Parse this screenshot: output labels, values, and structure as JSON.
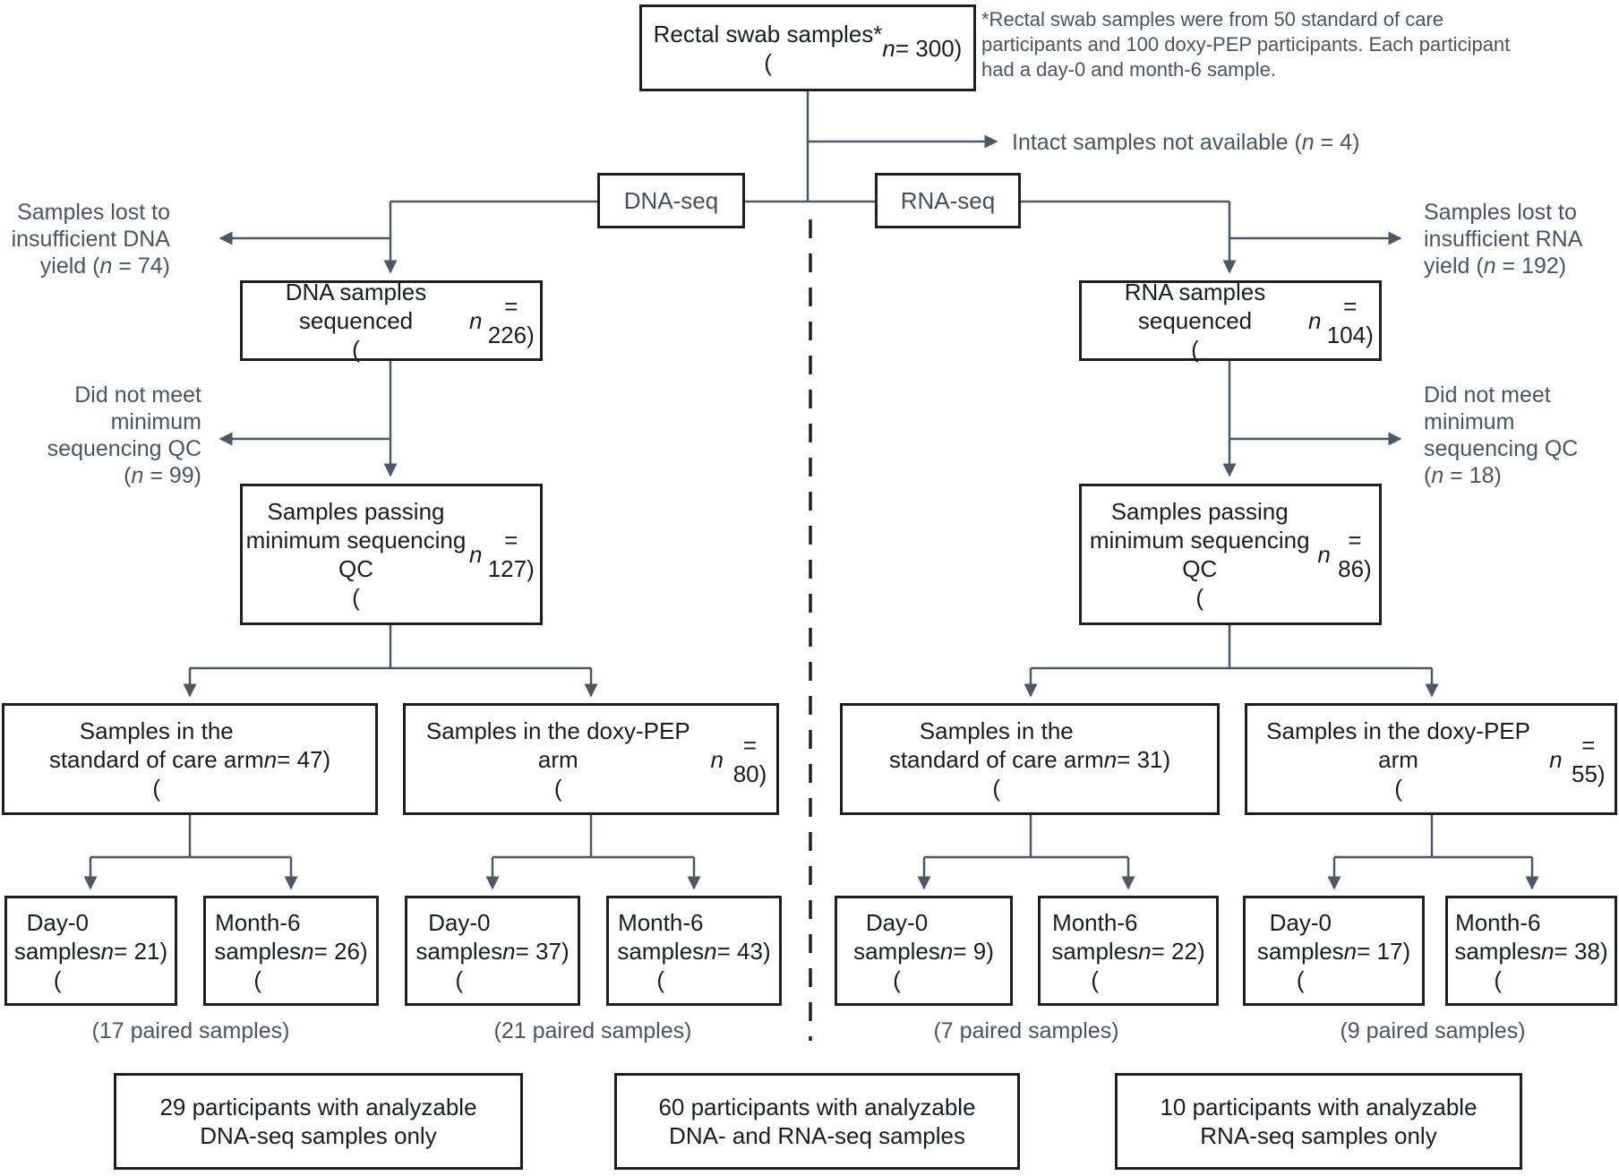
{
  "colors": {
    "line": "#4d5866",
    "box_border": "#1c2026",
    "text_dark": "#191c21",
    "text_gray": "#4a5462",
    "background": "#ffffff"
  },
  "top": {
    "root_box": [
      "Rectal swab samples*",
      "(n = 300)"
    ],
    "footnote": "*Rectal swab samples were from 50 standard of care\nparticipants and 100 doxy-PEP participants. Each\nparticipant had a day-0 and month-6 sample.",
    "intact_label": "Intact samples not available (n = 4)"
  },
  "branch_labels": {
    "dna": "DNA-seq",
    "rna": "RNA-seq"
  },
  "dna": {
    "lost": [
      "Samples lost to",
      "insufficient DNA",
      "yield (n = 74)"
    ],
    "sequenced": [
      "DNA samples sequenced",
      "(n = 226)"
    ],
    "qc_fail": [
      "Did not meet",
      "minimum",
      "sequencing QC",
      "(n = 99)"
    ],
    "qc_pass": [
      "Samples passing",
      "minimum sequencing QC",
      "(n = 127)"
    ],
    "soc_arm": [
      "Samples in the",
      "standard of care arm",
      "(n = 47)"
    ],
    "doxy_arm": [
      "Samples in the doxy-PEP arm",
      "(n = 80)"
    ],
    "soc_day0": [
      "Day-0",
      "samples",
      "(n = 21)"
    ],
    "soc_month6": [
      "Month-6",
      "samples",
      "(n = 26)"
    ],
    "soc_paired": "(17 paired samples)",
    "doxy_day0": [
      "Day-0",
      "samples",
      "(n = 37)"
    ],
    "doxy_month6": [
      "Month-6",
      "samples",
      "(n = 43)"
    ],
    "doxy_paired": "(21 paired samples)"
  },
  "rna": {
    "lost": [
      "Samples lost to",
      "insufficient RNA",
      "yield (n = 192)"
    ],
    "sequenced": [
      "RNA samples sequenced",
      "(n = 104)"
    ],
    "qc_fail": [
      "Did not meet",
      "minimum",
      "sequencing QC",
      "(n = 18)"
    ],
    "qc_pass": [
      "Samples passing",
      "minimum sequencing QC",
      "(n = 86)"
    ],
    "soc_arm": [
      "Samples in the",
      "standard of care arm",
      "(n = 31)"
    ],
    "doxy_arm": [
      "Samples in the doxy-PEP arm",
      "(n = 55)"
    ],
    "soc_day0": [
      "Day-0",
      "samples",
      "(n = 9)"
    ],
    "soc_month6": [
      "Month-6",
      "samples",
      "(n = 22)"
    ],
    "soc_paired": "(7 paired samples)",
    "doxy_day0": [
      "Day-0",
      "samples",
      "(n = 17)"
    ],
    "doxy_month6": [
      "Month-6",
      "samples",
      "(n = 38)"
    ],
    "doxy_paired": "(9 paired samples)"
  },
  "summary": {
    "dna_only": [
      "29 participants with analyzable",
      "DNA-seq samples only"
    ],
    "both": [
      "60 participants with analyzable",
      "DNA- and RNA-seq samples"
    ],
    "rna_only": [
      "10 participants with analyzable",
      "RNA-seq samples only"
    ]
  }
}
